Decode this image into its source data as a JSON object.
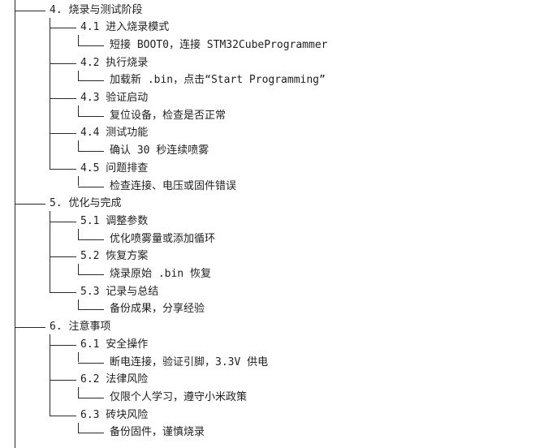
{
  "sections": [
    {
      "label": "4. 烧录与测试阶段",
      "items": [
        {
          "label": "4.1 进入烧录模式",
          "detail": "短接 BOOT0，连接 STM32CubeProgrammer"
        },
        {
          "label": "4.2 执行烧录",
          "detail": "加载新 .bin，点击“Start Programming”"
        },
        {
          "label": "4.3 验证启动",
          "detail": "复位设备，检查是否正常"
        },
        {
          "label": "4.4 测试功能",
          "detail": "确认 30 秒连续喷雾"
        },
        {
          "label": "4.5 问题排查",
          "detail": "检查连接、电压或固件错误"
        }
      ]
    },
    {
      "label": "5. 优化与完成",
      "items": [
        {
          "label": "5.1 调整参数",
          "detail": "优化喷雾量或添加循环"
        },
        {
          "label": "5.2 恢复方案",
          "detail": "烧录原始 .bin 恢复"
        },
        {
          "label": "5.3 记录与总结",
          "detail": "备份成果，分享经验"
        }
      ]
    },
    {
      "label": "6. 注意事项",
      "items": [
        {
          "label": "6.1 安全操作",
          "detail": "断电连接，验证引脚，3.3V 供电"
        },
        {
          "label": "6.2 法律风险",
          "detail": "仅限个人学习，遵守小米政策"
        },
        {
          "label": "6.3 砖块风险",
          "detail": "备份固件，谨慎烧录"
        }
      ]
    }
  ]
}
